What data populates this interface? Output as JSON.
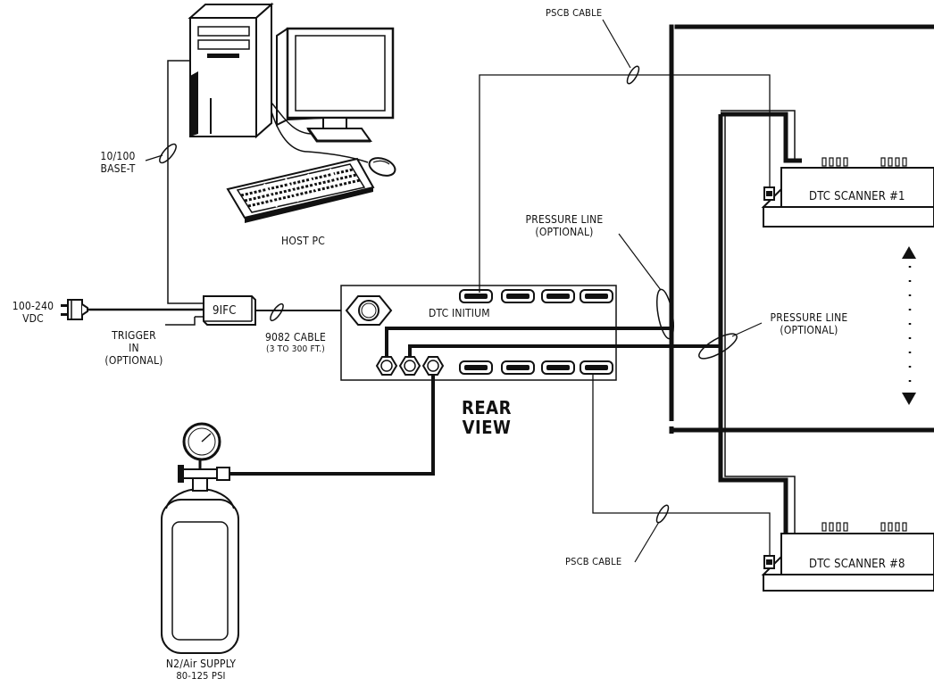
{
  "labels": {
    "host_pc": "HOST PC",
    "base_t_line1": "10/100",
    "base_t_line2": "BASE-T",
    "vdc_line1": "100-240",
    "vdc_line2": "VDC",
    "trigger_line1": "TRIGGER",
    "trigger_line2": "IN",
    "trigger_line3": "(OPTIONAL)",
    "ifc": "9IFC",
    "cable_9082_line1": "9082 CABLE",
    "cable_9082_line2": "(3 TO 300 FT.)",
    "dtc_initium": "DTC INITIUM",
    "rear_view_line1": "REAR",
    "rear_view_line2": "VIEW",
    "pscb_top": "PSCB CABLE",
    "pscb_bottom": "PSCB CABLE",
    "pressure_line_1_line1": "PRESSURE LINE",
    "pressure_line_1_line2": "(OPTIONAL)",
    "pressure_line_2_line1": "PRESSURE LINE",
    "pressure_line_2_line2": "(OPTIONAL)",
    "scanner_1": "DTC SCANNER #1",
    "scanner_8": "DTC SCANNER #8",
    "supply_line1": "N2/Air SUPPLY",
    "supply_line2": "80-125 PSI"
  }
}
